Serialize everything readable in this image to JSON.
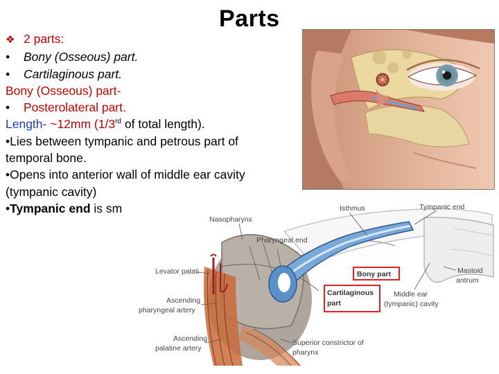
{
  "slide": {
    "title": "Parts",
    "intro": "2 parts:",
    "bullet1": "Bony (Osseous) part.",
    "bullet2": "Cartilaginous part.",
    "heading_bony": "Bony (Osseous) part-",
    "bullet3": "Posterolateral part.",
    "length_label": "Length-",
    "length_value": " ~12mm (1/3",
    "length_sup": "rd",
    "length_rest": " of total length).",
    "lies_line1": "•Lies between tympanic and petrous part of",
    "lies_line2": "temporal bone.",
    "opens_line1": "•Opens into anterior wall of middle ear cavity",
    "opens_line2": "(tympanic cavity)",
    "tympanic_prefix": "•",
    "tympanic_bold": "Tympanic end",
    "tympanic_rest": " is sm"
  },
  "diagram": {
    "nasopharynx": "Nasopharynx",
    "isthmus": "Isthmus",
    "tympanic_end": "Tympanic end",
    "pharyngeal_end": "Pharyngeal end",
    "levator_palati": "Levator palati",
    "ascending_pharyngeal_1": "Ascending",
    "ascending_pharyngeal_2": "pharyngeal artery",
    "ascending_palatine_1": "Ascending",
    "ascending_palatine_2": "palatine artery",
    "bony_part": "Bony part",
    "cartilaginous_1": "Cartilaginous",
    "cartilaginous_2": "part",
    "middle_ear_1": "Middle ear",
    "middle_ear_2": "(tympanic) cavity",
    "mastoid_1": "Mastoid",
    "mastoid_2": "antrum",
    "superior_1": "Superior constrictor of",
    "superior_2": "pharynx",
    "highlight_color": "#e02020"
  }
}
